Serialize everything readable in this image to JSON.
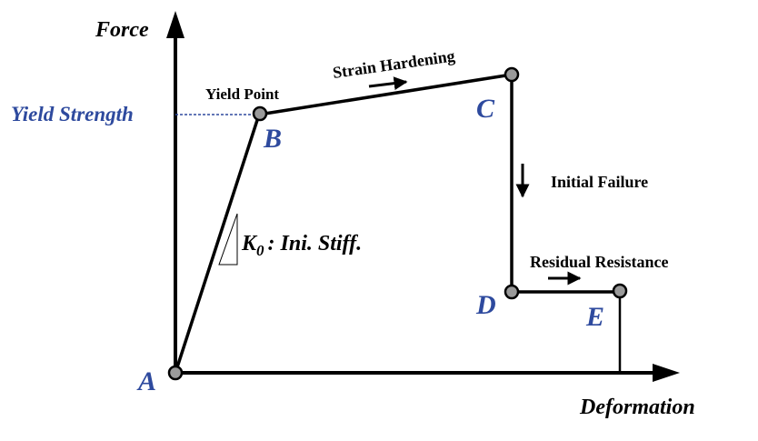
{
  "axes": {
    "y_title": "Force",
    "x_title": "Deformation"
  },
  "labels": {
    "yield_strength": "Yield Strength",
    "yield_point": "Yield Point",
    "strain_hardening": "Strain Hardening",
    "initial_failure": "Initial Failure",
    "residual_resistance": "Residual Resistance",
    "stiffness_symbol": "K",
    "stiffness_subscript": "0",
    "stiffness_text": ": Ini.  Stiff."
  },
  "points": {
    "A": "A",
    "B": "B",
    "C": "C",
    "D": "D",
    "E": "E"
  },
  "colors": {
    "ink": "#000000",
    "accent_blue": "#2e4a9e",
    "point_fill": "#9a9a9a"
  }
}
